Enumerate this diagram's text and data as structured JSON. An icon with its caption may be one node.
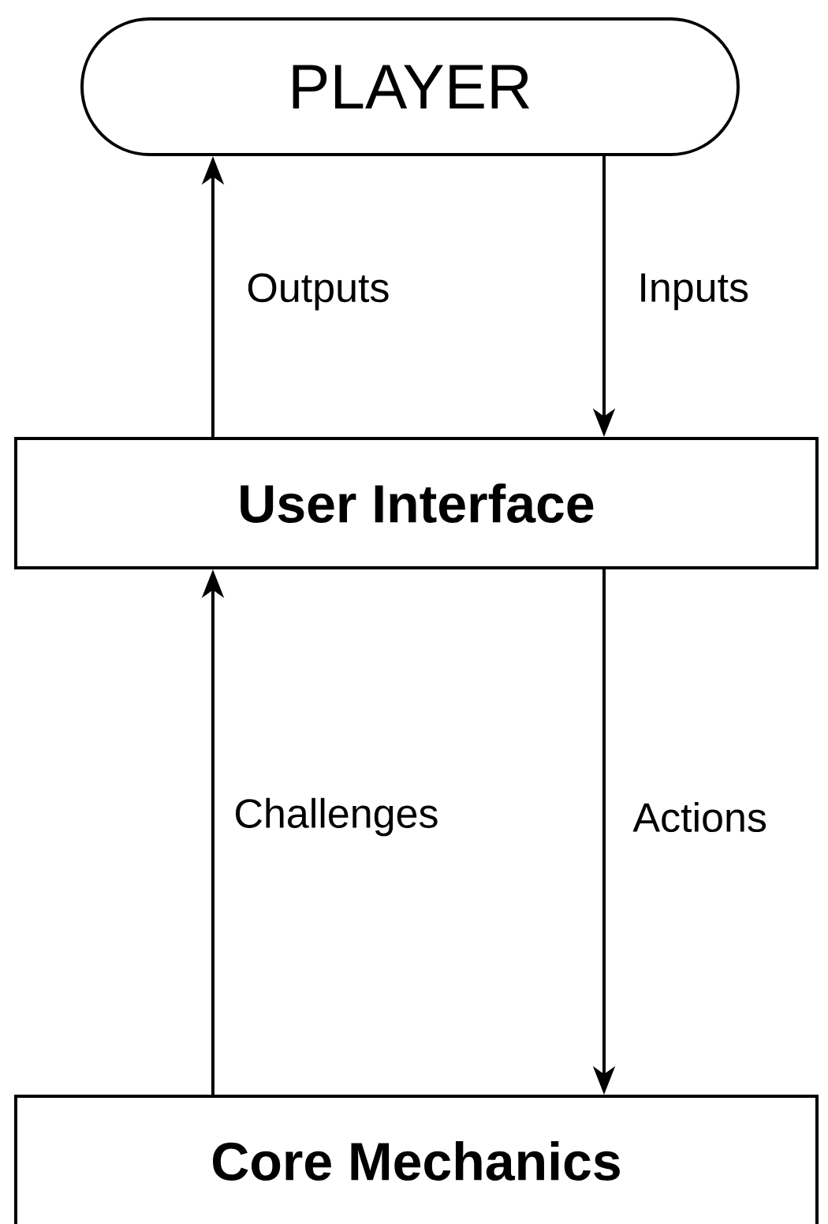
{
  "diagram": {
    "nodes": [
      {
        "text": [
          "PLAYER"
        ]
      },
      {
        "text": [
          "User Interface"
        ]
      },
      {
        "text": [
          "Core Mechanics"
        ]
      }
    ],
    "edges": [
      {
        "from": 1,
        "to": 0,
        "arrow": "to",
        "label": "Outputs"
      },
      {
        "from": 0,
        "to": 1,
        "arrow": "to",
        "label": "Inputs"
      },
      {
        "from": 2,
        "to": 1,
        "arrow": "to",
        "label": "Challenges"
      },
      {
        "from": 1,
        "to": 2,
        "arrow": "to",
        "label": "Actions"
      }
    ]
  }
}
